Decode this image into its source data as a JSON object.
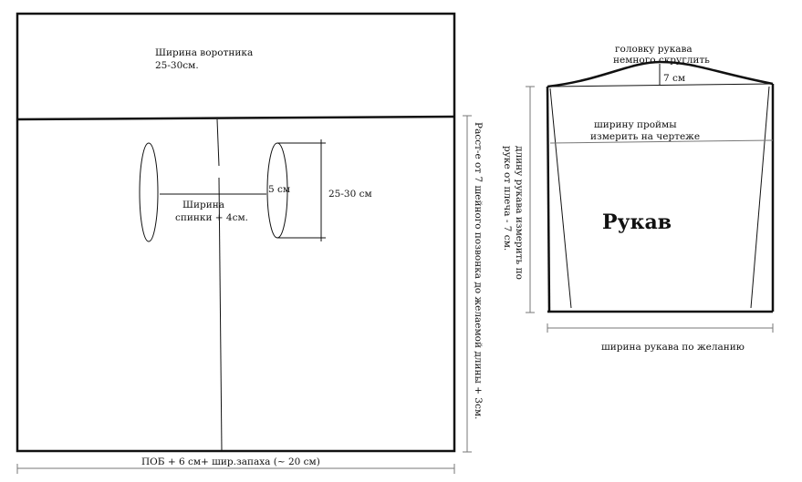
{
  "body_pattern": {
    "collar_width": "Ширина воротника",
    "collar_width_value": "25-30см.",
    "back_width": "Ширина",
    "back_width_value": "спинки + 4см.",
    "armhole_offset": "5 см",
    "armhole_depth": "25-30 см",
    "length_label": "Расст-е от 7 шейного позвонка до желаемой длины + 3см.",
    "bottom_width": "ПОБ + 6 см+ шир.запаха (~ 20 см)"
  },
  "sleeve_pattern": {
    "title": "Рукав",
    "cap_note_1": "головку рукава",
    "cap_note_2": "немного скруглить",
    "cap_height": "7 см",
    "armhole_note_1": "ширину проймы",
    "armhole_note_2": "измерить на чертеже",
    "length_note_1": "длину рукава измерить по",
    "length_note_2": "руке от плеча - 7 см.",
    "width_note": "ширина рукава по желанию"
  },
  "colors": {
    "line": "#111111",
    "grey": "#777777"
  }
}
